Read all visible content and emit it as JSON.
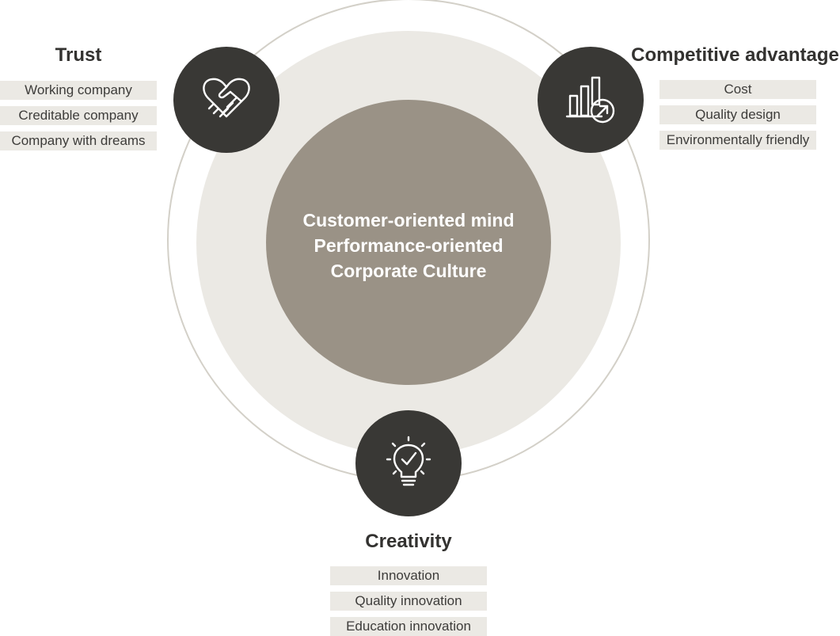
{
  "core": {
    "lines": [
      "Customer-oriented mind",
      "Performance-oriented",
      "Corporate Culture"
    ]
  },
  "values": {
    "trust": {
      "title": "Trust",
      "icon": "handshake-icon",
      "items": [
        "Working company",
        "Creditable company",
        "Company with dreams"
      ]
    },
    "competitive": {
      "title": "Competitive advantage",
      "icon": "bar-chart-growth-icon",
      "items": [
        "Cost",
        "Quality design",
        "Environmentally friendly"
      ]
    },
    "creativity": {
      "title": "Creativity",
      "icon": "lightbulb-check-icon",
      "items": [
        "Innovation",
        "Quality innovation",
        "Education innovation"
      ]
    }
  },
  "colors": {
    "outer_ring": "#d3d0c8",
    "middle_circle": "#ebe9e4",
    "core_circle": "#9a9286",
    "node_circle": "#393835",
    "item_bg": "#ebe9e4",
    "heading_text": "#333230"
  }
}
